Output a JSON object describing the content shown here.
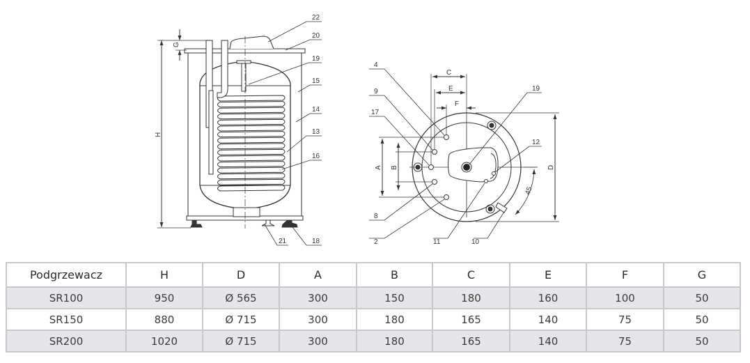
{
  "side_view": {
    "labels": {
      "p22": "22",
      "p20": "20",
      "p19": "19",
      "p15": "15",
      "p14": "14",
      "p13": "13",
      "p16": "16",
      "p21": "21",
      "p18": "18"
    },
    "dims": {
      "G": "G",
      "H": "H"
    }
  },
  "top_view": {
    "labels": {
      "p4": "4",
      "p9": "9",
      "p17": "17",
      "p8": "8",
      "p2": "2",
      "p19": "19",
      "p12": "12",
      "p11": "11",
      "p10": "10"
    },
    "dims": {
      "C": "C",
      "E": "E",
      "F": "F",
      "A": "A",
      "B": "B",
      "D": "D",
      "angle": "45"
    }
  },
  "table": {
    "headers": [
      "Podgrzewacz",
      "H",
      "D",
      "A",
      "B",
      "C",
      "E",
      "F",
      "G"
    ],
    "rows": [
      [
        "SR100",
        "950",
        "Ø 565",
        "300",
        "150",
        "180",
        "160",
        "100",
        "50"
      ],
      [
        "SR150",
        "880",
        "Ø 715",
        "300",
        "180",
        "165",
        "140",
        "75",
        "50"
      ],
      [
        "SR200",
        "1020",
        "Ø 715",
        "300",
        "180",
        "165",
        "140",
        "75",
        "50"
      ]
    ]
  },
  "colors": {
    "line": "#333333",
    "row_shade": "#e6e6ea",
    "border": "#c8c8cc"
  }
}
